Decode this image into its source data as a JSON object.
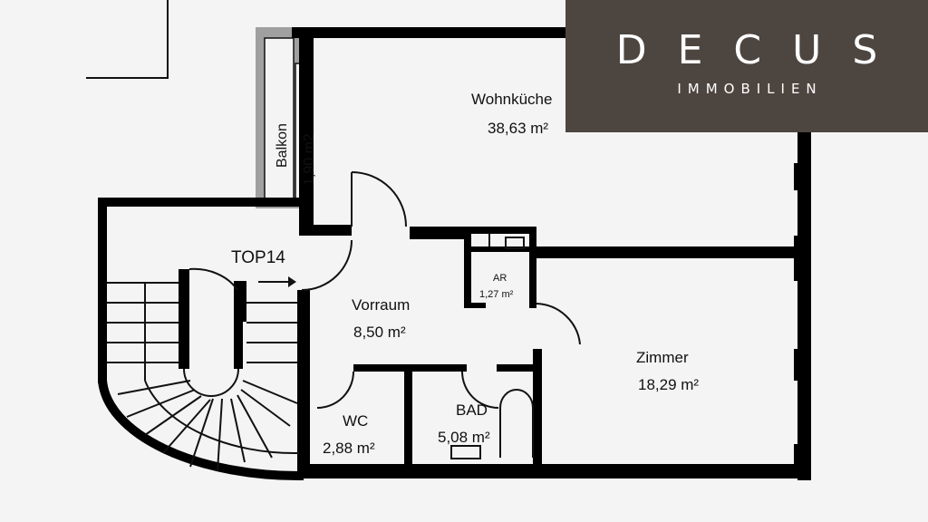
{
  "logo": {
    "brand": "DECUS",
    "tagline": "IMMOBILIEN",
    "background": "#4d4540"
  },
  "rooms": [
    {
      "id": "wohnkueche",
      "name": "Wohnküche",
      "area": "38,63 m²"
    },
    {
      "id": "balkon",
      "name": "Balkon",
      "area": "1,90 m2"
    },
    {
      "id": "vorraum",
      "name": "Vorraum",
      "area": "8,50 m²"
    },
    {
      "id": "ar",
      "name": "AR",
      "area": "1,27 m²"
    },
    {
      "id": "zimmer",
      "name": "Zimmer",
      "area": "18,29 m²"
    },
    {
      "id": "wc",
      "name": "WC",
      "area": "2,88 m²"
    },
    {
      "id": "bad",
      "name": "BAD",
      "area": "5,08 m²"
    }
  ],
  "entrance": {
    "label": "TOP14"
  },
  "colors": {
    "wall": "#000000",
    "balcony": "#a0a0a0",
    "background": "#f4f4f4"
  }
}
